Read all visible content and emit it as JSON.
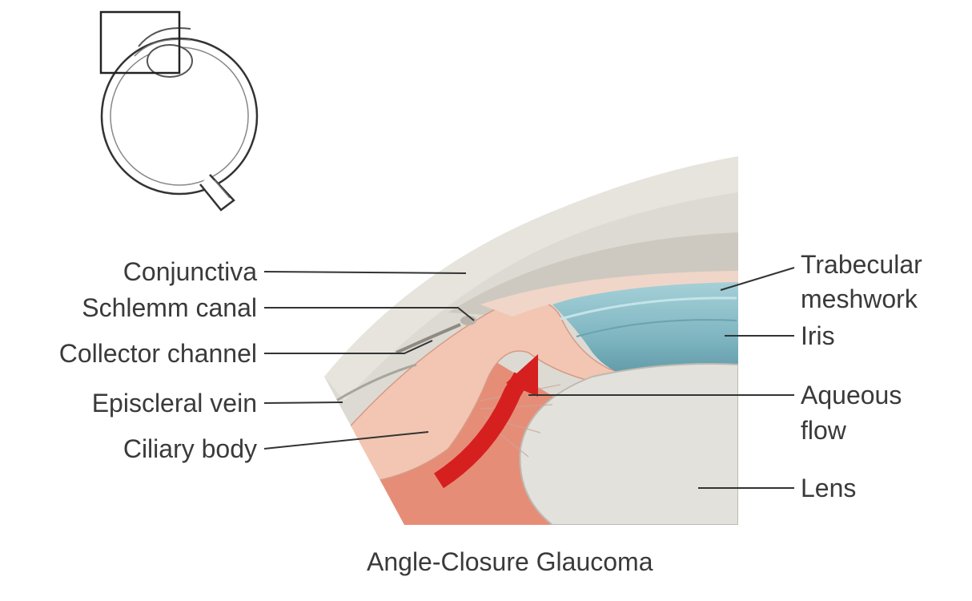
{
  "diagram": {
    "caption": "Angle-Closure Glaucoma",
    "labels_left": {
      "conjunctiva": "Conjunctiva",
      "schlemm_canal": "Schlemm canal",
      "collector_channel": "Collector channel",
      "episcleral_vein": "Episcleral vein",
      "ciliary_body": "Ciliary body"
    },
    "labels_right": {
      "trabecular_line1": "Trabecular",
      "trabecular_line2": "meshwork",
      "iris": "Iris",
      "aqueous_line1": "Aqueous",
      "aqueous_line2": "flow",
      "lens": "Lens"
    },
    "colors": {
      "sclera": "#dcdad3",
      "cornea": "#cfcac0",
      "ciliary_tissue": "#f2c7b4",
      "ciliary_deep": "#e7897a",
      "iris": "#8fc2cc",
      "lens": "#e4e2dc",
      "flow_arrow": "#d62020"
    }
  }
}
